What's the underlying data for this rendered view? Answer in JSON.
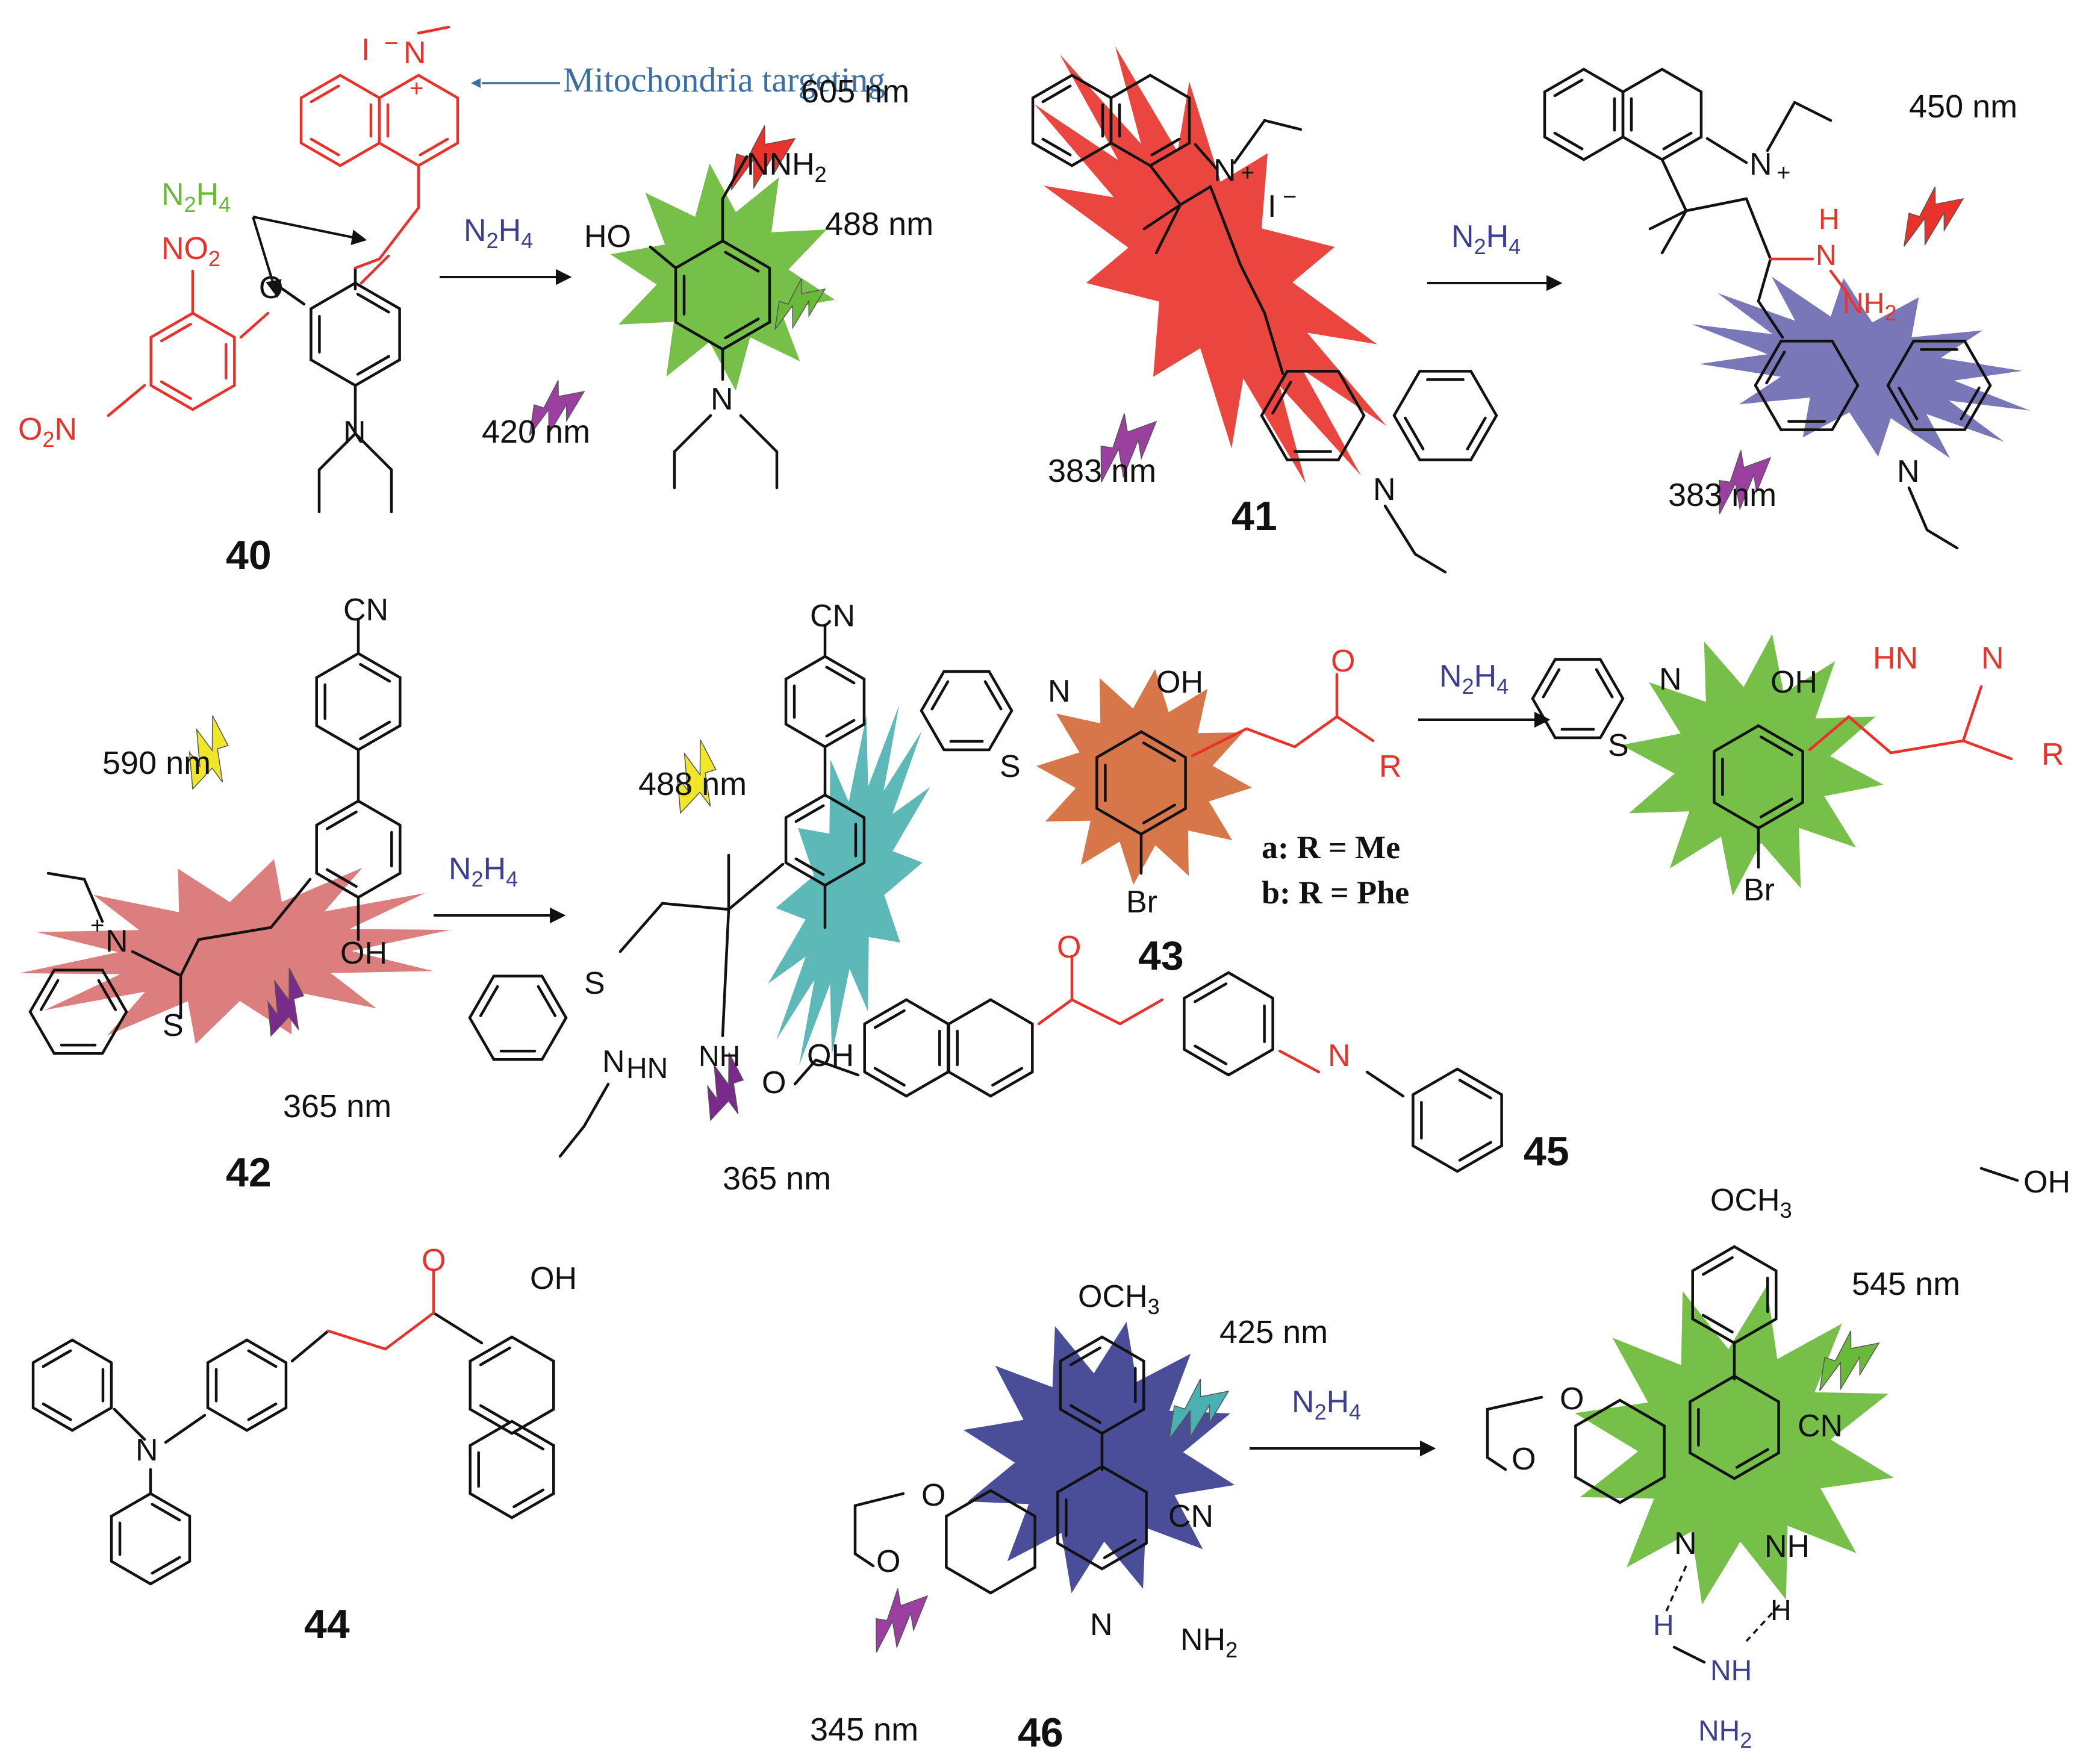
{
  "colors": {
    "bond": "#111111",
    "red": "#e8322a",
    "green": "#6aba3a",
    "purple": "#9b3fa0",
    "blue": "#3b3f8f",
    "teal": "#4bb0b0",
    "orange": "#d46a3a",
    "pink": "#d87070",
    "yellow": "#f0e62a",
    "lavender": "#6c68b0",
    "note": "#3a6ea5"
  },
  "labels": {
    "mito": "Mitochondria targeting",
    "reagent": "N2H4",
    "n2h4_prefix": "N",
    "n2h4_sub1": "2",
    "n2h4_mid": "H",
    "n2h4_sub2": "4",
    "nm605": "605 nm",
    "nm450": "450 nm",
    "nm488a": "488 nm",
    "nm420": "420 nm",
    "nm383a": "383 nm",
    "nm383b": "383 nm",
    "nm590": "590 nm",
    "nm488b": "488 nm",
    "nm365a": "365 nm",
    "nm365b": "365 nm",
    "nm425": "425 nm",
    "nm545": "545 nm",
    "nm345": "345 nm",
    "cmpd40": "40",
    "cmpd41": "41",
    "cmpd42": "42",
    "cmpd43": "43",
    "cmpd44": "44",
    "cmpd45": "45",
    "cmpd46": "46",
    "r_a": "a: R = Me",
    "r_b": "b: R = Phe",
    "atoms": {
      "I": "I",
      "N": "N",
      "plus": "+",
      "minus": "−",
      "NO2_N": "NO",
      "sub2": "2",
      "O2N_O": "O",
      "O": "O",
      "HO": "HO",
      "OH": "OH",
      "NNH2": "NNH",
      "NH2": "NH",
      "H": "H",
      "CN": "CN",
      "S": "S",
      "Br": "Br",
      "R": "R",
      "HN": "HN",
      "NH": "NH",
      "OCH3": "OCH",
      "sub3": "3"
    }
  }
}
